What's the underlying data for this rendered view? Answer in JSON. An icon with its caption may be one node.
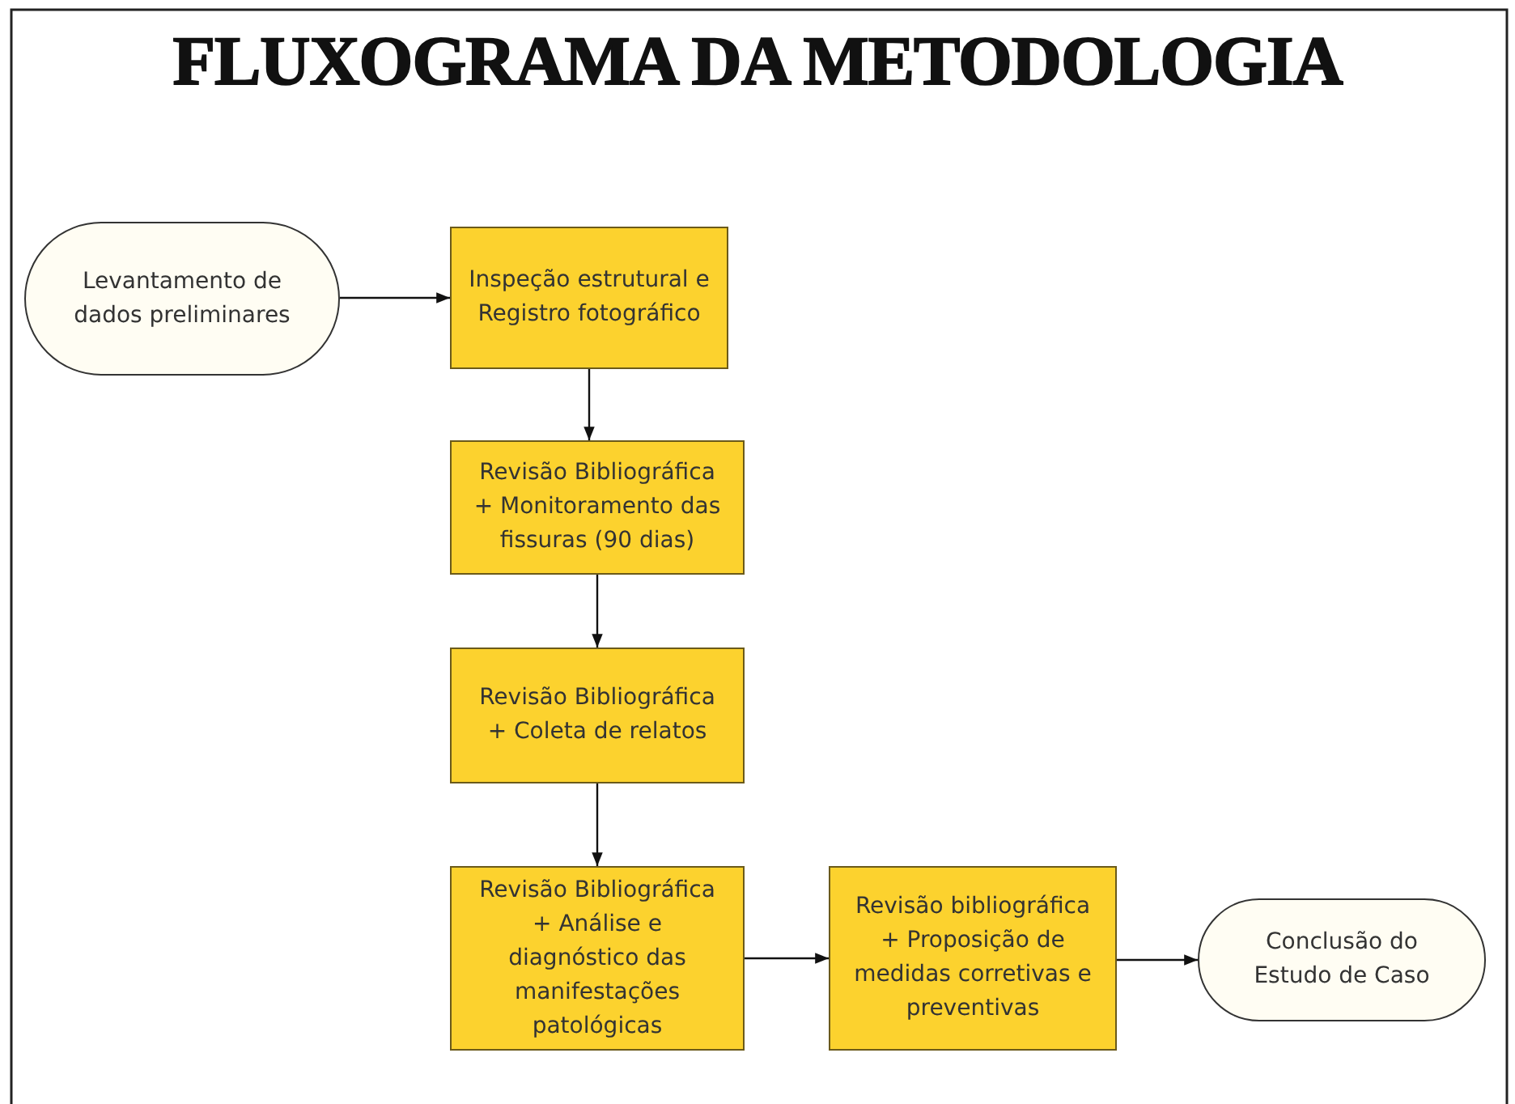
{
  "diagram": {
    "title": "FLUXOGRAMA DA METODOLOGIA",
    "nodes": [
      {
        "text": [
          "Levantamento de dados preliminares"
        ]
      },
      {
        "text": [
          "Inspeção estrutural e Registro fotográfico"
        ]
      },
      {
        "text": [
          "Revisão Bibliográfica + Monitoramento das fissuras (90 dias)"
        ]
      },
      {
        "text": [
          "Revisão Bibliográfica + Coleta de relatos"
        ]
      },
      {
        "text": [
          "Revisão Bibliográfica + Análise e diagnóstico das manifestações patológicas"
        ]
      },
      {
        "text": [
          "Revisão bibliográfica + Proposição de medidas corretivas e preventivas"
        ]
      },
      {
        "text": [
          "Conclusão do Estudo de Caso"
        ]
      }
    ],
    "edges": [
      {
        "from": 0,
        "to": 1,
        "arrow": "to"
      },
      {
        "from": 1,
        "to": 2,
        "arrow": "to"
      },
      {
        "from": 2,
        "to": 3,
        "arrow": "to"
      },
      {
        "from": 3,
        "to": 4,
        "arrow": "to"
      },
      {
        "from": 4,
        "to": 5,
        "arrow": "to"
      },
      {
        "from": 5,
        "to": 6,
        "arrow": "to"
      }
    ]
  }
}
